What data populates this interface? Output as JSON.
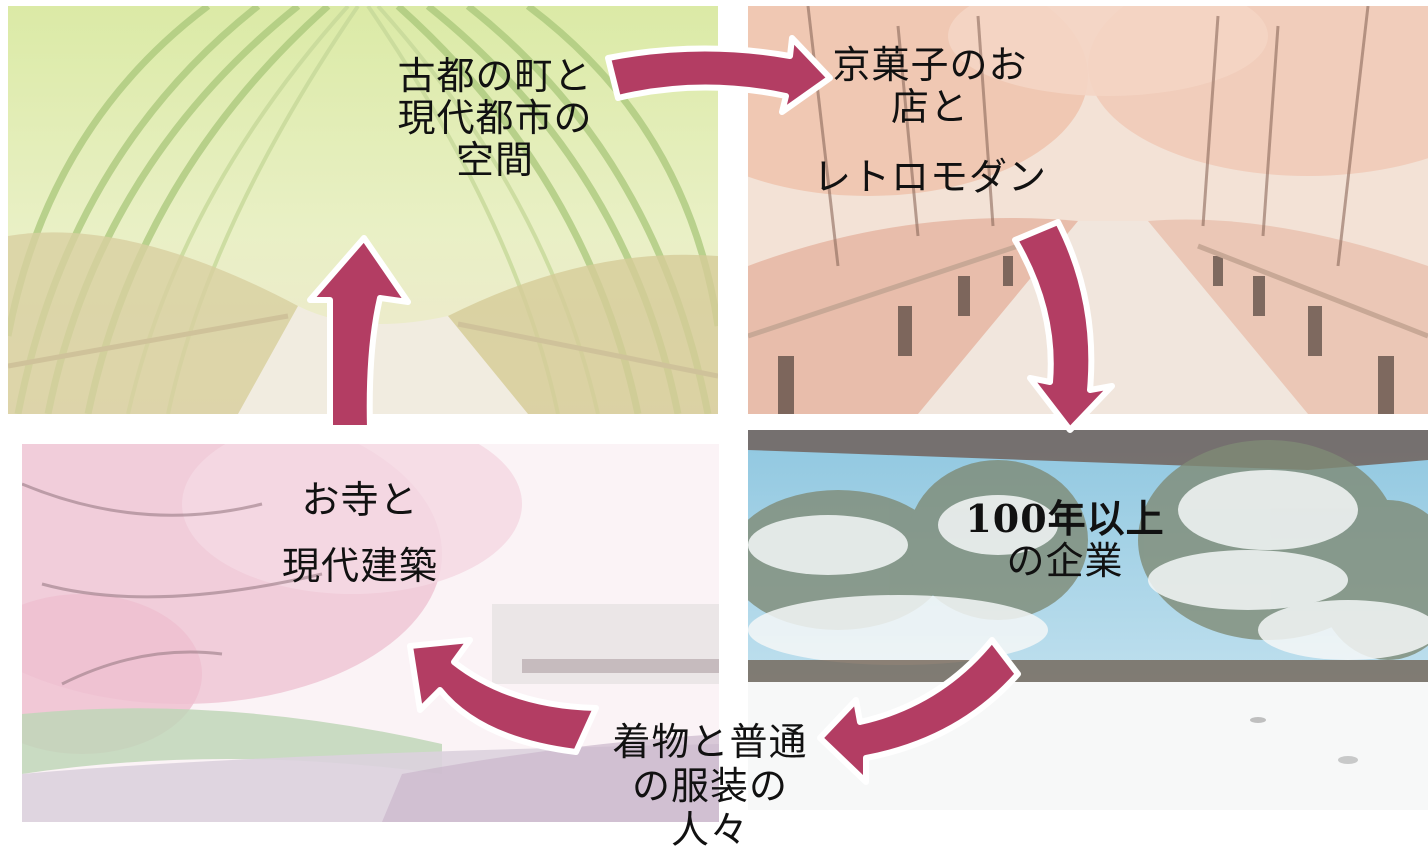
{
  "diagram": {
    "photos": {
      "top_left": "bamboo-grove-photo",
      "top_right": "maple-path-photo",
      "bottom_right": "snow-garden-photo",
      "bottom_left": "cherry-blossom-river-photo"
    },
    "labels": {
      "top_left": [
        "古都の町と",
        "現代都市の",
        "空間"
      ],
      "top_right": [
        "京菓子のお",
        "店と",
        "レトロモダン"
      ],
      "right": [
        "100年以上",
        "の企業"
      ],
      "bottom": [
        "着物と普通",
        "の服装の",
        "人々"
      ],
      "left": [
        "お寺と",
        "現代建築"
      ]
    },
    "colors": {
      "arrow_fill": "#b33d63",
      "arrow_outline": "#ffffff"
    }
  }
}
